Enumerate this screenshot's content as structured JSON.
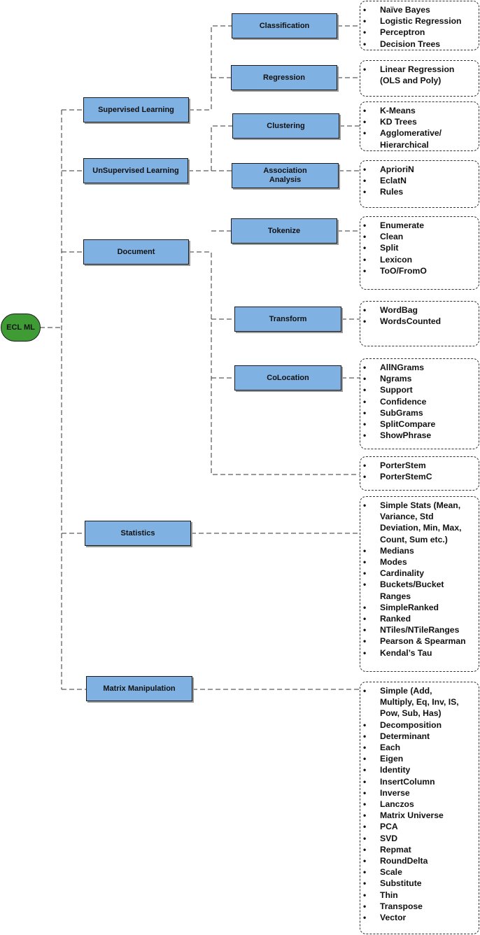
{
  "root": {
    "label": "ECL ML"
  },
  "categories": {
    "supervised": "Supervised Learning",
    "unsupervised": "UnSupervised Learning",
    "document": "Document",
    "statistics": "Statistics",
    "matrix": "Matrix Manipulation"
  },
  "subcategories": {
    "classification": "Classification",
    "regression": "Regression",
    "clustering": "Clustering",
    "association": "Association Analysis",
    "tokenize": "Tokenize",
    "transform": "Transform",
    "colocation": "CoLocation"
  },
  "lists": {
    "classification": [
      "Naïve Bayes",
      "Logistic Regression",
      "Perceptron",
      "Decision Trees"
    ],
    "regression": [
      "Linear Regression",
      "(OLS and Poly)"
    ],
    "clustering": [
      "K-Means",
      "KD Trees",
      "Agglomerative/",
      "Hierarchical"
    ],
    "association": [
      "AprioriN",
      "EclatN",
      "Rules"
    ],
    "tokenize": [
      "Enumerate",
      "Clean",
      "Split",
      "Lexicon",
      "ToO/FromO"
    ],
    "transform": [
      "WordBag",
      "WordsCounted"
    ],
    "colocation": [
      "AllNGrams",
      "Ngrams",
      "Support",
      "Confidence",
      "SubGrams",
      "SplitCompare",
      "ShowPhrase"
    ],
    "porter": [
      "PorterStem",
      "PorterStemC"
    ],
    "statistics": [
      "Simple Stats (Mean,",
      "Variance, Std",
      "Deviation, Min, Max,",
      "Count, Sum etc.)",
      "Medians",
      "Modes",
      "Cardinality",
      "Buckets/Bucket",
      "Ranges",
      "SimpleRanked",
      "Ranked",
      "NTiles/NTileRanges",
      "Pearson & Spearman",
      "Kendal’s Tau"
    ],
    "matrix": [
      "Simple (Add,",
      "Multiply, Eq, Inv, IS,",
      "Pow, Sub, Has)",
      "Decomposition",
      "Determinant",
      "Each",
      "Eigen",
      "Identity",
      "InsertColumn",
      "Inverse",
      "Lanczos",
      "Matrix Universe",
      "PCA",
      "SVD",
      "Repmat",
      "RoundDelta",
      "Scale",
      "Substitute",
      "Thin",
      "Transpose",
      "Vector"
    ]
  },
  "continuation_lines": {
    "regression": [
      1
    ],
    "clustering": [
      3
    ],
    "statistics": [
      1,
      2,
      3,
      8
    ],
    "matrix": [
      1,
      2
    ]
  },
  "colors": {
    "node_fill": "#7fb1e3",
    "root_fill": "#3f9c35",
    "connector": "#333333"
  }
}
